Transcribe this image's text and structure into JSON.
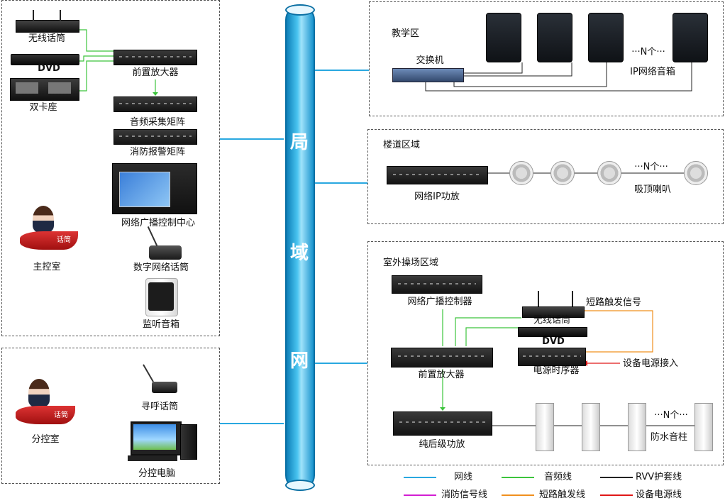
{
  "backbone": {
    "chars": [
      "局",
      "域",
      "网"
    ]
  },
  "main_room": {
    "title": "主控室",
    "devices": {
      "wireless_mic": "无线话筒",
      "dvd": "DVD",
      "cassette": "双卡座",
      "preamp": "前置放大器",
      "audio_matrix": "音频采集矩阵",
      "fire_matrix": "消防报警矩阵",
      "control_center": "网络广播控制中心",
      "digital_mic": "数字网络话筒",
      "monitor_speaker": "监听音箱"
    },
    "desk_sign": "话筒"
  },
  "sub_room": {
    "title": "分控室",
    "paging_mic": "寻呼话筒",
    "pc": "分控电脑",
    "desk_sign": "话筒"
  },
  "teaching": {
    "title": "教学区",
    "switch": "交换机",
    "ellipsis": "···N个···",
    "speakers": "IP网络音箱"
  },
  "corridor": {
    "title": "楼道区域",
    "amp": "网络IP功放",
    "ellipsis": "···N个···",
    "speakers": "吸顶喇叭"
  },
  "outdoor": {
    "title": "室外操场区域",
    "controller": "网络广播控制器",
    "wireless_mic": "无线话筒",
    "short_trigger": "短路触发信号",
    "dvd": "DVD",
    "sequencer": "电源时序器",
    "power_in": "设备电源接入",
    "preamp": "前置放大器",
    "power_amp": "纯后级功放",
    "ellipsis": "···N个···",
    "column_speakers": "防水音柱"
  },
  "legend": [
    {
      "label": "网线",
      "color": "#29a8e0"
    },
    {
      "label": "音频线",
      "color": "#3cc43c"
    },
    {
      "label": "RVV护套线",
      "color": "#222222"
    },
    {
      "label": "消防信号线",
      "color": "#d21ed2"
    },
    {
      "label": "短路触发线",
      "color": "#f0901e"
    },
    {
      "label": "设备电源线",
      "color": "#e01818"
    }
  ]
}
